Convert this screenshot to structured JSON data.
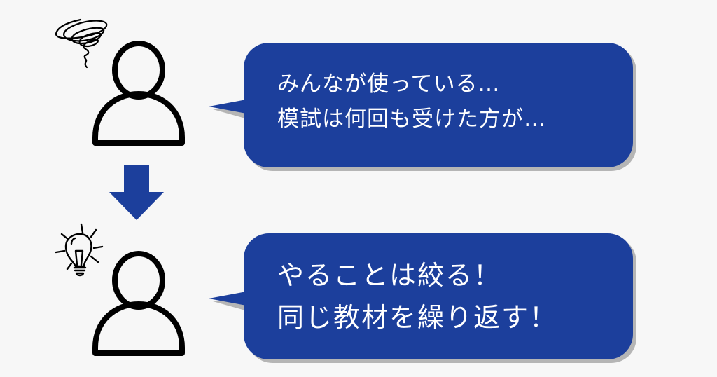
{
  "colors": {
    "background": "#f7f7f7",
    "bubble_fill": "#1c3f9c",
    "bubble_shadow": "#b5b5b5",
    "bubble_text": "#ffffff",
    "arrow": "#1c3f9c",
    "icon_stroke": "#000000"
  },
  "top": {
    "person_icon": "person-outline-icon",
    "mood_icon": "scribble-confusion-icon",
    "bubble": {
      "lines": [
        "みんなが使っている…",
        "模試は何回も受けた方が…"
      ]
    }
  },
  "transition": {
    "arrow_icon": "arrow-down-icon"
  },
  "bottom": {
    "person_icon": "person-outline-icon",
    "mood_icon": "lightbulb-idea-icon",
    "bubble": {
      "lines": [
        "やることは絞る！",
        "同じ教材を繰り返す！"
      ]
    }
  }
}
